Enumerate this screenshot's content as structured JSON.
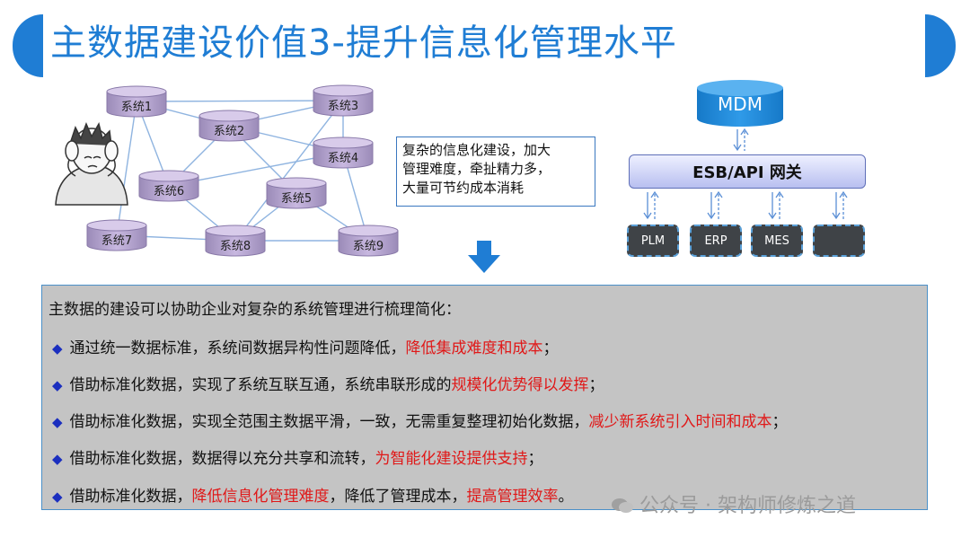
{
  "title": "主数据建设价值3-提升信息化管理水平",
  "systems": [
    "系统1",
    "系统2",
    "系统3",
    "系统4",
    "系统5",
    "系统6",
    "系统7",
    "系统8",
    "系统9"
  ],
  "note_lines": [
    "复杂的信息化建设，加大",
    "管理难度，牵扯精力多，",
    "大量可节约成本消耗"
  ],
  "mdm_label": "MDM",
  "esb_label": "ESB/API 网关",
  "subsystems": [
    "PLM",
    "ERP",
    "MES",
    ""
  ],
  "intro": "主数据的建设可以协助企业对复杂的系统管理进行梳理简化：",
  "bullet_symbol": "◆",
  "bullets": [
    {
      "text": "通过统一数据标准，系统间数据异构性问题降低，",
      "highlight": "降低集成难度和成本",
      "tail": "；"
    },
    {
      "text": "借助标准化数据，实现了系统互联互通，系统串联形成的",
      "highlight": "规模化优势得以发挥",
      "tail": "；"
    },
    {
      "text": "借助标准化数据，实现全范围主数据平滑，一致，无需重复整理初始化数据，",
      "highlight": "减少新系统引入时间和成本",
      "tail": "；"
    },
    {
      "text": "借助标准化数据，数据得以充分共享和流转，",
      "highlight": "为智能化建设提供支持",
      "tail": "；"
    },
    {
      "text": "借助标准化数据，",
      "highlight": "降低信息化管理难度",
      "mid": "，降低了管理成本，",
      "highlight2": "提高管理效率",
      "tail": "。"
    }
  ],
  "watermark": "公众号 · 架构师修炼之道",
  "colors": {
    "accent": "#1f7dd4",
    "highlight": "#e01818",
    "bullet": "#1b2fbf",
    "panel": "#c4c4c4"
  }
}
